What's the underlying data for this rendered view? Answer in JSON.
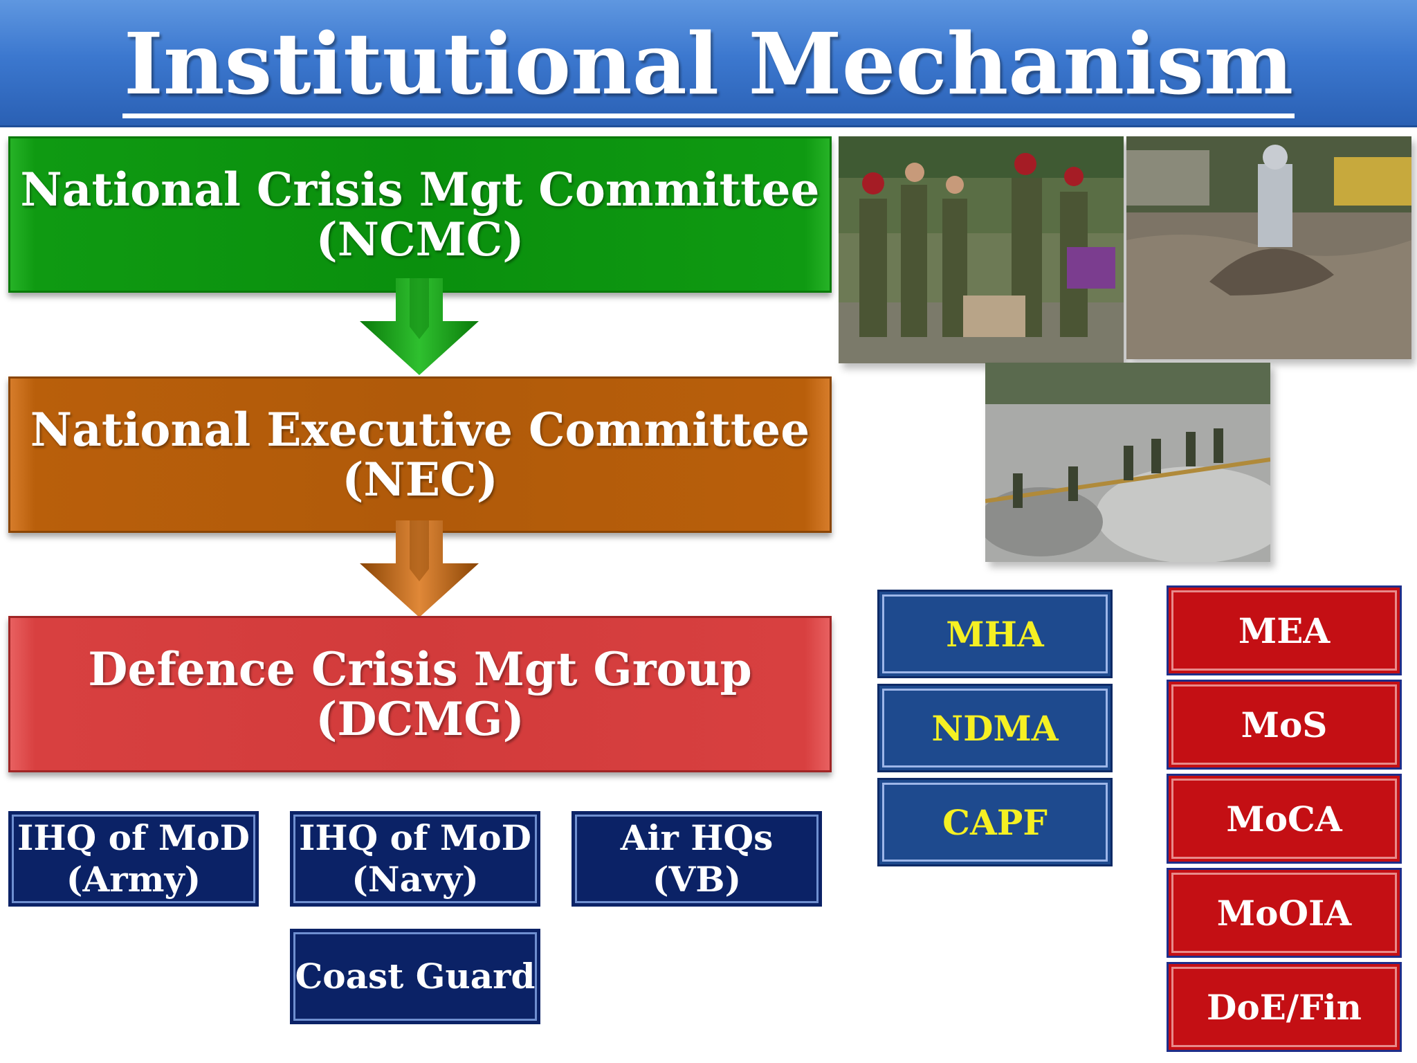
{
  "title": "Institutional Mechanism",
  "committees": {
    "ncmc": {
      "line1": "National Crisis Mgt Committee",
      "line2": "(NCMC)"
    },
    "nec": {
      "line1": "National Executive Committee",
      "line2": "(NEC)"
    },
    "dcmg": {
      "line1": "Defence Crisis Mgt Group",
      "line2": "(DCMG)"
    }
  },
  "services": {
    "army": {
      "line1": "IHQ of MoD",
      "line2": "(Army)"
    },
    "navy": {
      "line1": "IHQ of MoD",
      "line2": "(Navy)"
    },
    "air": {
      "line1": "Air HQs",
      "line2": "(VB)"
    },
    "coast_guard": "Coast Guard"
  },
  "ministries_blue": [
    "MHA",
    "NDMA",
    "CAPF"
  ],
  "ministries_red": [
    "MEA",
    "MoS",
    "MoCA",
    "MoOIA",
    "DoE/Fin"
  ],
  "colors": {
    "ncmc": "#0a8f0d",
    "nec": "#b05a0a",
    "dcmg": "#d23b3b",
    "service_navy": "#0b2266",
    "ministry_blue": "#1e4a8e",
    "ministry_blue_text": "#f5f023",
    "ministry_red": "#c40f14",
    "banner": "#3c78cf"
  },
  "icons": [
    "down-arrow-icon-green",
    "down-arrow-icon-orange"
  ]
}
